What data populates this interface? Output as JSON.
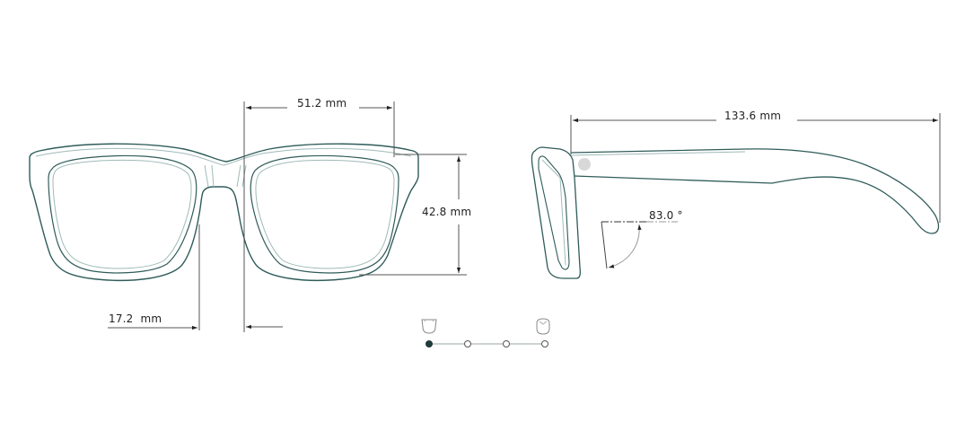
{
  "colors": {
    "frame_stroke": "#2f5c5a",
    "frame_inner": "#9fbab7",
    "dimension_line": "#555555",
    "background": "#ffffff",
    "hinge_dot": "#d8d8d8",
    "stepper_active": "#1f3b3a",
    "stepper_line": "#9aa6a5"
  },
  "front_view": {
    "lens_width": {
      "label": "51.2 mm",
      "value": 51.2,
      "unit": "mm"
    },
    "lens_height": {
      "label": "42.8 mm",
      "value": 42.8,
      "unit": "mm"
    },
    "bridge_width": {
      "label": "17.2  mm",
      "value": 17.2,
      "unit": "mm"
    }
  },
  "side_view": {
    "temple_length": {
      "label": "133.6 mm",
      "value": 133.6,
      "unit": "mm"
    },
    "pantoscopic_angle": {
      "label": "83.0 °",
      "value": 83.0,
      "unit": "°"
    }
  },
  "view_stepper": {
    "start_icon": "front-frame-icon",
    "end_icon": "angled-frame-icon",
    "steps": [
      {
        "index": 0,
        "active": true
      },
      {
        "index": 1,
        "active": false
      },
      {
        "index": 2,
        "active": false
      },
      {
        "index": 3,
        "active": false
      }
    ]
  }
}
